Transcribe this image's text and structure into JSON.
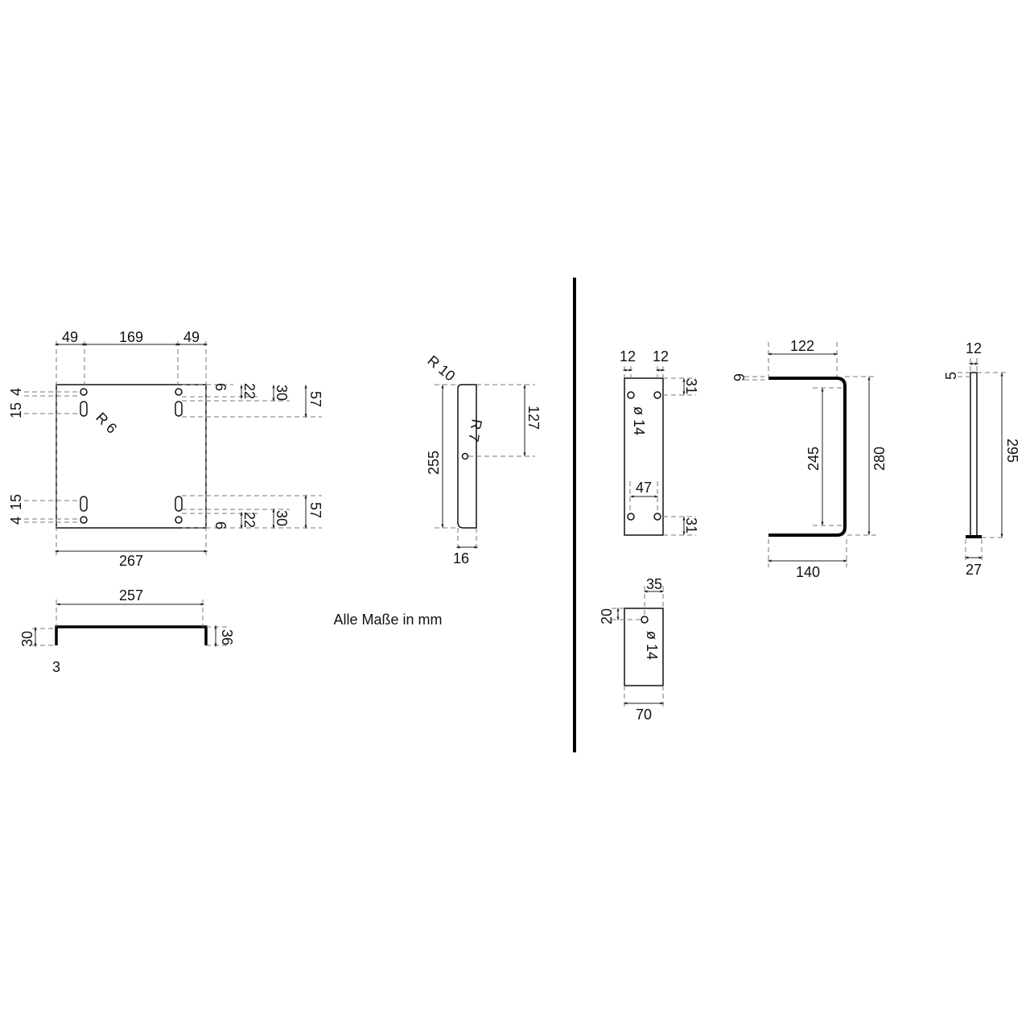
{
  "note": "Alle Maße in mm",
  "plate": {
    "top_left": "49",
    "top_mid": "169",
    "top_right": "49",
    "width": "267",
    "radius": "R 6",
    "left_top_a": "15",
    "left_top_b": "4",
    "left_bot_a": "4",
    "left_bot_b": "15",
    "right_top": [
      "6",
      "22",
      "30",
      "57"
    ],
    "right_bot": [
      "6",
      "22",
      "30",
      "57"
    ]
  },
  "profile": {
    "length": "257",
    "left_height": "30",
    "right_height": "36",
    "thickness": "3"
  },
  "bracket": {
    "height": "255",
    "hole_offset": "127",
    "radius_outer": "R 10",
    "radius_inner": "R 7",
    "width": "16"
  },
  "strip": {
    "left_offset": "12",
    "right_offset": "12",
    "top_offset": "31",
    "bottom_offset": "31",
    "hole_dia": "ø 14",
    "hole_spacing": "47"
  },
  "small_plate": {
    "hole_x": "35",
    "hole_y": "20",
    "hole_dia": "ø 14",
    "width": "70"
  },
  "u_frame": {
    "inner_top": "122",
    "thickness": "6",
    "inner_height": "245",
    "outer_height": "280",
    "outer_width": "140"
  },
  "rod": {
    "width": "12",
    "top": "5",
    "height": "295",
    "base": "27"
  }
}
